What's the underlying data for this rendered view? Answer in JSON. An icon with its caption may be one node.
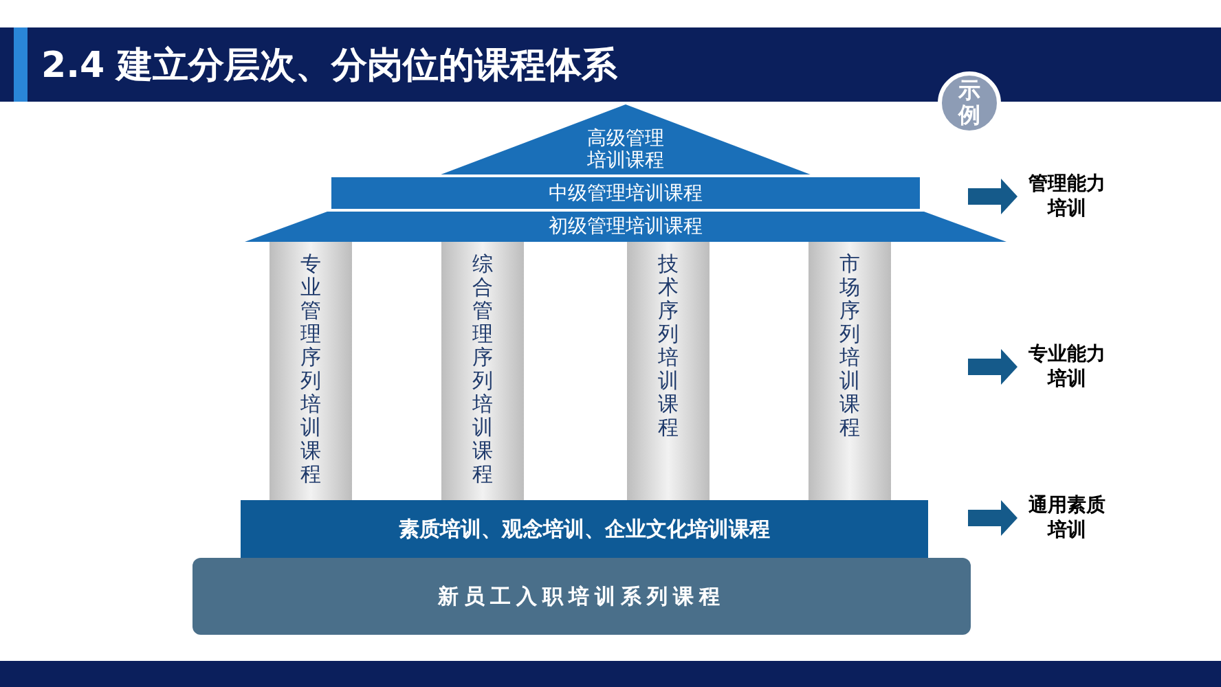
{
  "diagram": {
    "title": "2.4 建立分层次、分岗位的课程体系",
    "nodes": [
      {
        "text": [
          "高级管理培训课程"
        ]
      },
      {
        "text": [
          "中级管理培训课程"
        ]
      },
      {
        "text": [
          "初级管理培训课程"
        ]
      },
      {
        "text": [
          "专业管理序列培训课程"
        ]
      },
      {
        "text": [
          "综合管理序列培训课程"
        ]
      },
      {
        "text": [
          "技术序列培训课程"
        ]
      },
      {
        "text": [
          "市场序列培训课程"
        ]
      },
      {
        "text": [
          "素质培训、观念培训、企业文化培训课程"
        ]
      },
      {
        "text": [
          "新员工入职培训系列课程"
        ]
      },
      {
        "text": [
          "管理能力培训"
        ]
      },
      {
        "text": [
          "专业能力培训"
        ]
      },
      {
        "text": [
          "通用素质培训"
        ]
      }
    ],
    "edges": [
      {
        "from": null,
        "to": 9,
        "arrow": "to"
      },
      {
        "from": null,
        "to": 10,
        "arrow": "to"
      },
      {
        "from": null,
        "to": 11,
        "arrow": "to"
      }
    ],
    "labels": [
      "示例"
    ]
  }
}
